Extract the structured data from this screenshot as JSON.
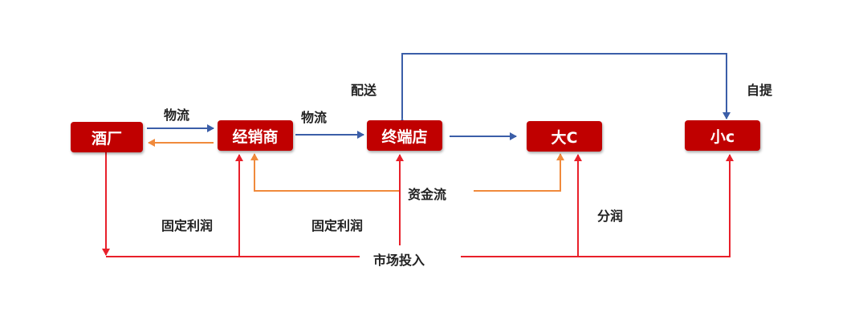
{
  "nodes": {
    "winery": "酒厂",
    "distributor": "经销商",
    "terminal_store": "终端店",
    "big_c": "大C",
    "small_c": "小c"
  },
  "labels": {
    "logistics_1": "物流",
    "logistics_2": "物流",
    "delivery": "配送",
    "self_pickup": "自提",
    "capital_flow": "资金流",
    "fixed_profit_1": "固定利润",
    "fixed_profit_2": "固定利润",
    "profit_share": "分润",
    "market_investment": "市场投入"
  },
  "colors": {
    "node_fill": "#c00000",
    "blue_flow": "#3b5ea8",
    "orange_flow": "#f08a3c",
    "red_flow": "#e8202a"
  }
}
